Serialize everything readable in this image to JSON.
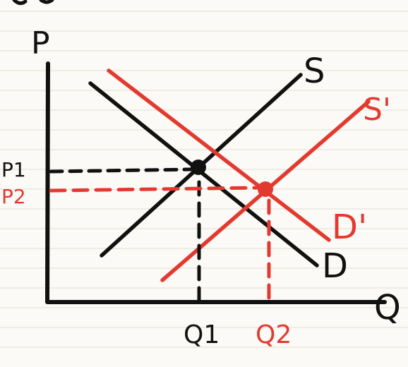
{
  "labels": {
    "axis_y": "P",
    "axis_x": "Q",
    "supply": "S",
    "supply_new": "S'",
    "demand": "D",
    "demand_new": "D'",
    "p1": "P1",
    "p2": "P2",
    "q1": "Q1",
    "q2": "Q2"
  },
  "colors": {
    "paper": "#fbfaf6",
    "ruling": "#e8e4dc",
    "ink": "#111111",
    "red": "#e23a2f"
  }
}
